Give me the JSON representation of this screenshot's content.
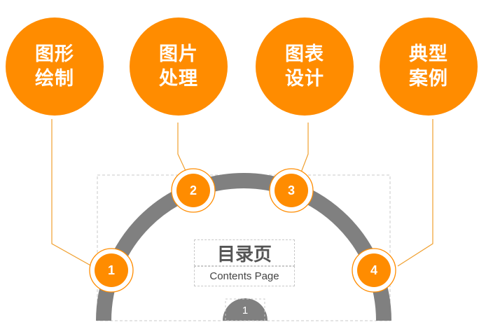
{
  "colors": {
    "accent": "#FF8C00",
    "arc": "#808080",
    "connector": "#F0A030",
    "dashed_border": "#C8C8C8",
    "title_text": "#555555"
  },
  "topics": [
    {
      "line1": "图形",
      "line2": "绘制",
      "number": "1"
    },
    {
      "line1": "图片",
      "line2": "处理",
      "number": "2"
    },
    {
      "line1": "图表",
      "line2": "设计",
      "number": "3"
    },
    {
      "line1": "典型",
      "line2": "案例",
      "number": "4"
    }
  ],
  "center": {
    "title": "目录页",
    "subtitle": "Contents Page",
    "page_number": "1"
  }
}
